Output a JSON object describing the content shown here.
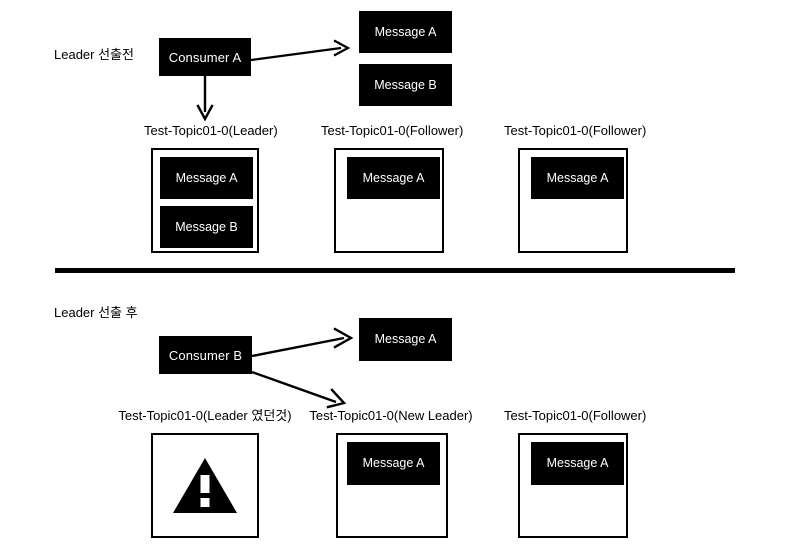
{
  "diagram": {
    "title_top": "Leader 선출전",
    "title_bottom": "Leader 선출 후",
    "colors": {
      "node_fill": "#000000",
      "node_text": "#ffffff",
      "background": "#ffffff",
      "stroke": "#000000"
    }
  },
  "top_section": {
    "caption": "Leader 선출전",
    "consumer": {
      "label": "Consumer A"
    },
    "consumed_messages": [
      {
        "label": "Message A"
      },
      {
        "label": "Message B"
      }
    ],
    "partitions": [
      {
        "label": "Test-Topic01-0(Leader)",
        "role": "Leader",
        "messages": [
          {
            "label": "Message A"
          },
          {
            "label": "Message B"
          }
        ]
      },
      {
        "label": "Test-Topic01-0(Follower)",
        "role": "Follower",
        "messages": [
          {
            "label": "Message A"
          }
        ]
      },
      {
        "label": "Test-Topic01-0(Follower)",
        "role": "Follower",
        "messages": [
          {
            "label": "Message A"
          }
        ]
      }
    ]
  },
  "bottom_section": {
    "caption": "Leader 선출 후",
    "consumer": {
      "label": "Consumer B"
    },
    "consumed_messages": [
      {
        "label": "Message A"
      }
    ],
    "partitions": [
      {
        "label": "Test-Topic01-0(Leader 였던것)",
        "role": "Failed",
        "icon": "warning-triangle-icon",
        "messages": []
      },
      {
        "label": "Test-Topic01-0(New Leader)",
        "role": "New Leader",
        "messages": [
          {
            "label": "Message A"
          }
        ]
      },
      {
        "label": "Test-Topic01-0(Follower)",
        "role": "Follower",
        "messages": [
          {
            "label": "Message A"
          }
        ]
      }
    ]
  }
}
